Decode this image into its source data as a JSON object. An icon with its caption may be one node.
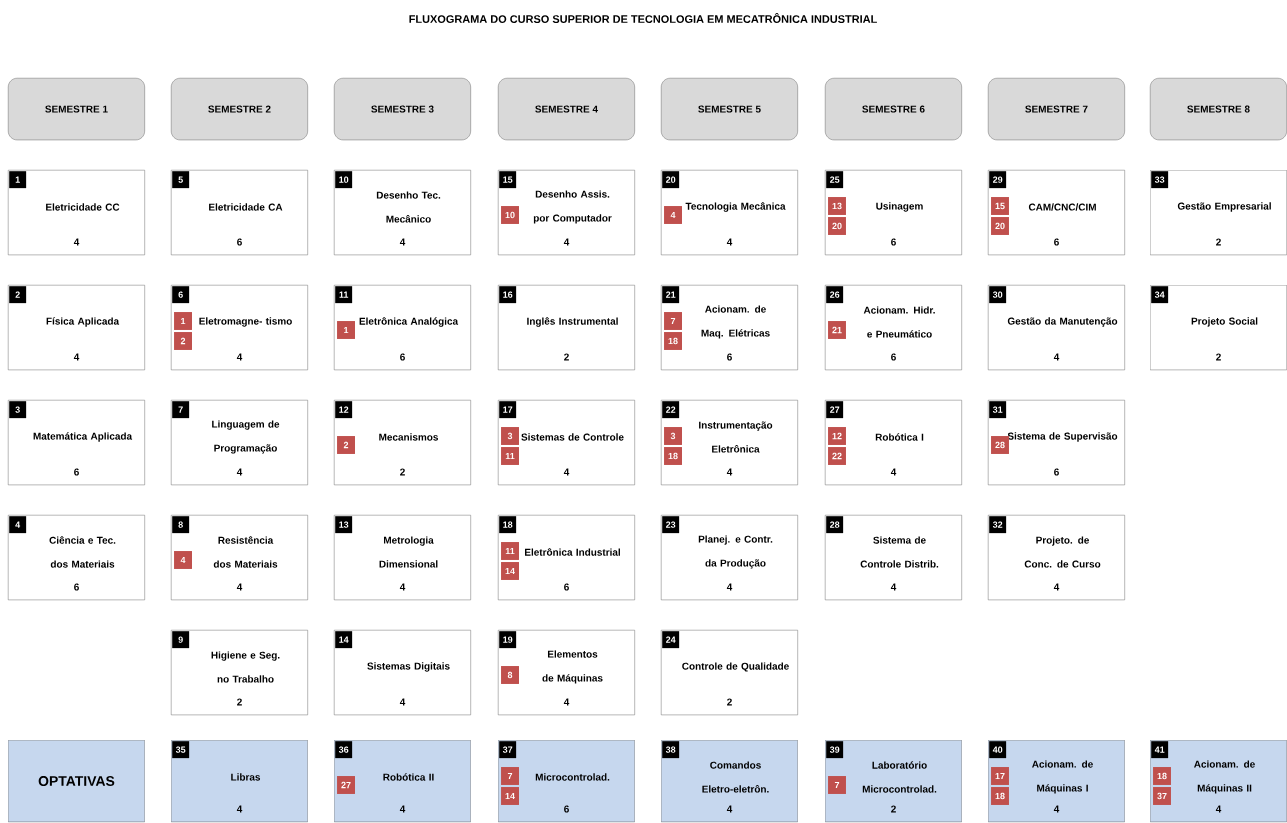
{
  "diagram": {
    "title": "FLUXOGRAMA DO CURSO SUPERIOR DE TECNOLOGIA EM MECATRÔNICA INDUSTRIAL",
    "nodes": [
      {
        "text": [
          "SEMESTRE 1"
        ]
      },
      {
        "text": [
          "SEMESTRE 2"
        ]
      },
      {
        "text": [
          "SEMESTRE 3"
        ]
      },
      {
        "text": [
          "SEMESTRE 4"
        ]
      },
      {
        "text": [
          "SEMESTRE 5"
        ]
      },
      {
        "text": [
          "SEMESTRE 6"
        ]
      },
      {
        "text": [
          "SEMESTRE 7"
        ]
      },
      {
        "text": [
          "SEMESTRE 8"
        ]
      },
      {
        "text": [
          "1",
          "Eletricidade CC",
          "4"
        ]
      },
      {
        "text": [
          "2",
          "Física Aplicada",
          "4"
        ]
      },
      {
        "text": [
          "3",
          "Matemática Aplicada",
          "6"
        ]
      },
      {
        "text": [
          "4",
          "Ciência e Tec. dos Materiais",
          "6"
        ]
      },
      {
        "text": [
          "5",
          "Eletricidade CA",
          "6"
        ]
      },
      {
        "text": [
          "6",
          "Eletromagne- tismo",
          "4",
          "1",
          "2"
        ]
      },
      {
        "text": [
          "7",
          "Linguagem de Programação",
          "4"
        ]
      },
      {
        "text": [
          "8",
          "Resistência dos Materiais",
          "4",
          "4"
        ]
      },
      {
        "text": [
          "9",
          "Higiene e Seg. no Trabalho",
          "2"
        ]
      },
      {
        "text": [
          "10",
          "Desenho Tec. Mecânico",
          "4"
        ]
      },
      {
        "text": [
          "11",
          "Eletrônica Analógica",
          "6",
          "1"
        ]
      },
      {
        "text": [
          "12",
          "Mecanismos",
          "2",
          "2"
        ]
      },
      {
        "text": [
          "13",
          "Metrologia Dimensional",
          "4"
        ]
      },
      {
        "text": [
          "14",
          "Sistemas Digitais",
          "4"
        ]
      },
      {
        "text": [
          "15",
          "Desenho Assis. por Computador",
          "4",
          "10"
        ]
      },
      {
        "text": [
          "16",
          "Inglês Instrumental",
          "2"
        ]
      },
      {
        "text": [
          "17",
          "Sistemas de Controle",
          "4",
          "3",
          "11"
        ]
      },
      {
        "text": [
          "18",
          "Eletrônica Industrial",
          "6",
          "11",
          "14"
        ]
      },
      {
        "text": [
          "19",
          "Elementos de Máquinas",
          "4",
          "8"
        ]
      },
      {
        "text": [
          "20",
          "Tecnologia Mecânica",
          "4",
          "4"
        ]
      },
      {
        "text": [
          "21",
          "Acionam. de Maq. Elétricas",
          "6",
          "7",
          "18"
        ]
      },
      {
        "text": [
          "22",
          "Instrumentação Eletrônica",
          "4",
          "3",
          "18"
        ]
      },
      {
        "text": [
          "23",
          "Planej. e Contr. da Produção",
          "4"
        ]
      },
      {
        "text": [
          "24",
          "Controle de Qualidade",
          "2"
        ]
      },
      {
        "text": [
          "25",
          "Usinagem",
          "6",
          "13",
          "20"
        ]
      },
      {
        "text": [
          "26",
          "Acionam. Hidr. e Pneumático",
          "6",
          "21"
        ]
      },
      {
        "text": [
          "27",
          "Robótica I",
          "4",
          "12",
          "22"
        ]
      },
      {
        "text": [
          "28",
          "Sistema de Controle Distrib.",
          "4"
        ]
      },
      {
        "text": [
          "29",
          "CAM/CNC/CIM",
          "6",
          "15",
          "20"
        ]
      },
      {
        "text": [
          "30",
          "Gestão da Manutenção",
          "4"
        ]
      },
      {
        "text": [
          "31",
          "Sistema de Supervisão",
          "6",
          "28"
        ]
      },
      {
        "text": [
          "32",
          "Projeto. de Conc. de Curso",
          "4"
        ]
      },
      {
        "text": [
          "33",
          "Gestão Empresarial",
          "2"
        ]
      },
      {
        "text": [
          "34",
          "Projeto Social",
          "2"
        ]
      },
      {
        "text": [
          "OPTATIVAS"
        ]
      },
      {
        "text": [
          "35",
          "Libras",
          "4"
        ]
      },
      {
        "text": [
          "36",
          "Robótica II",
          "4",
          "27"
        ]
      },
      {
        "text": [
          "37",
          "Microcontrolad.",
          "6",
          "7",
          "14"
        ]
      },
      {
        "text": [
          "38",
          "Comandos Eletro-eletrôn.",
          "4"
        ]
      },
      {
        "text": [
          "39",
          "Laboratório Microcontrolad.",
          "2",
          "7"
        ]
      },
      {
        "text": [
          "40",
          "Acionam. de Máquinas I",
          "4",
          "17",
          "18"
        ]
      },
      {
        "text": [
          "41",
          "Acionam. de Máquinas II",
          "4",
          "18",
          "37"
        ]
      }
    ]
  }
}
